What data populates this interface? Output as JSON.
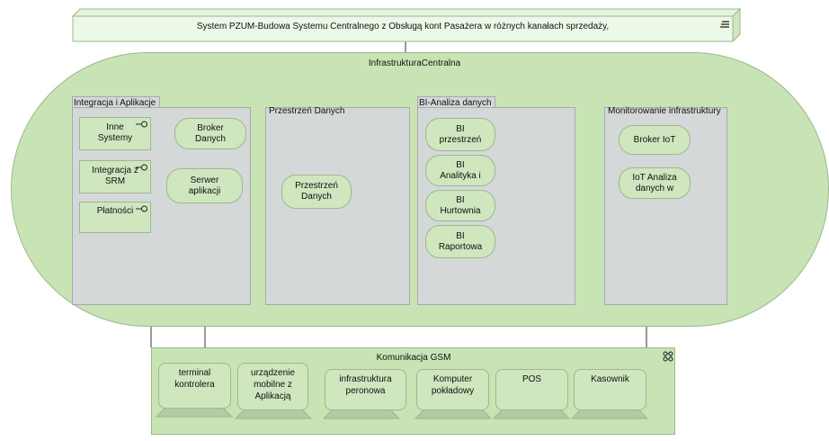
{
  "top_box": {
    "title": "System PZUM-Budowa Systemu Centralnego z Obsługą kont Pasażera w różnych kanałach sprzedaży,"
  },
  "infra": {
    "title": "InfrastrukturaCentralna"
  },
  "groups": {
    "integration": "Integracja i Aplikacje",
    "data_space": "Przestrzeń Danych",
    "bi": "BI-Analiza danych",
    "monitoring": "Monitorowanie infrastruktury"
  },
  "interfaces": {
    "inne": "Inne\nSystemy",
    "srm": "Integracja z\nSRM",
    "platnosci": "Płatności"
  },
  "services": {
    "broker": "Broker\nDanych",
    "serwer": "Serwer\naplikacji",
    "przestrzen": "Przestrzeń\nDanych",
    "bi_przestrzen": "BI\nprzestrzeń",
    "bi_analityka": "BI\nAnalityka i",
    "bi_hurtownia": "BI\nHurtownia",
    "bi_raportowa": "BI\nRaportowa",
    "broker_iot": "Broker IoT",
    "iot_analiza": "IoT Analiza\ndanych w"
  },
  "gsm": {
    "title": "Komunikacja GSM",
    "devices": [
      "terminal\nkontrolera",
      "urządzenie\nmobilne z\nAplikacją",
      "infrastruktura\nperonowa",
      "Komputer\npokładowy",
      "POS",
      "Kasownik"
    ]
  }
}
